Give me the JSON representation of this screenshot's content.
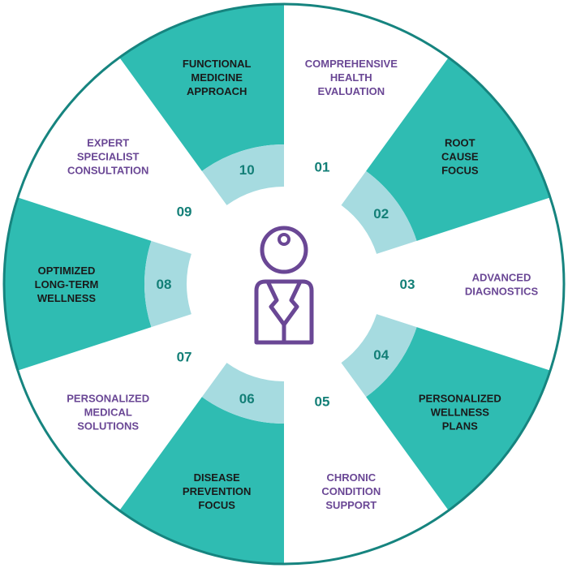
{
  "colors": {
    "teal": "#2fbcb2",
    "teal_light": "#a6dbe0",
    "rim": "#16847f",
    "purple": "#6a4795",
    "dark": "#1a1a1a",
    "number": "#137f77",
    "white": "#ffffff"
  },
  "center_icon": "doctor-icon",
  "segments": [
    {
      "number": "01",
      "lines": [
        "COMPREHENSIVE",
        "HEALTH",
        "EVALUATION"
      ],
      "filled": false
    },
    {
      "number": "02",
      "lines": [
        "ROOT",
        "CAUSE",
        "FOCUS"
      ],
      "filled": true
    },
    {
      "number": "03",
      "lines": [
        "ADVANCED",
        "DIAGNOSTICS"
      ],
      "filled": false
    },
    {
      "number": "04",
      "lines": [
        "PERSONALIZED",
        "WELLNESS",
        "PLANS"
      ],
      "filled": true
    },
    {
      "number": "05",
      "lines": [
        "CHRONIC",
        "CONDITION",
        "SUPPORT"
      ],
      "filled": false
    },
    {
      "number": "06",
      "lines": [
        "DISEASE",
        "PREVENTION",
        "FOCUS"
      ],
      "filled": true
    },
    {
      "number": "07",
      "lines": [
        "PERSONALIZED",
        "MEDICAL",
        "SOLUTIONS"
      ],
      "filled": false
    },
    {
      "number": "08",
      "lines": [
        "OPTIMIZED",
        "LONG-TERM",
        "WELLNESS"
      ],
      "filled": true
    },
    {
      "number": "09",
      "lines": [
        "EXPERT",
        "SPECIALIST",
        "CONSULTATION"
      ],
      "filled": false
    },
    {
      "number": "10",
      "lines": [
        "FUNCTIONAL",
        "MEDICINE",
        "APPROACH"
      ],
      "filled": true
    }
  ]
}
